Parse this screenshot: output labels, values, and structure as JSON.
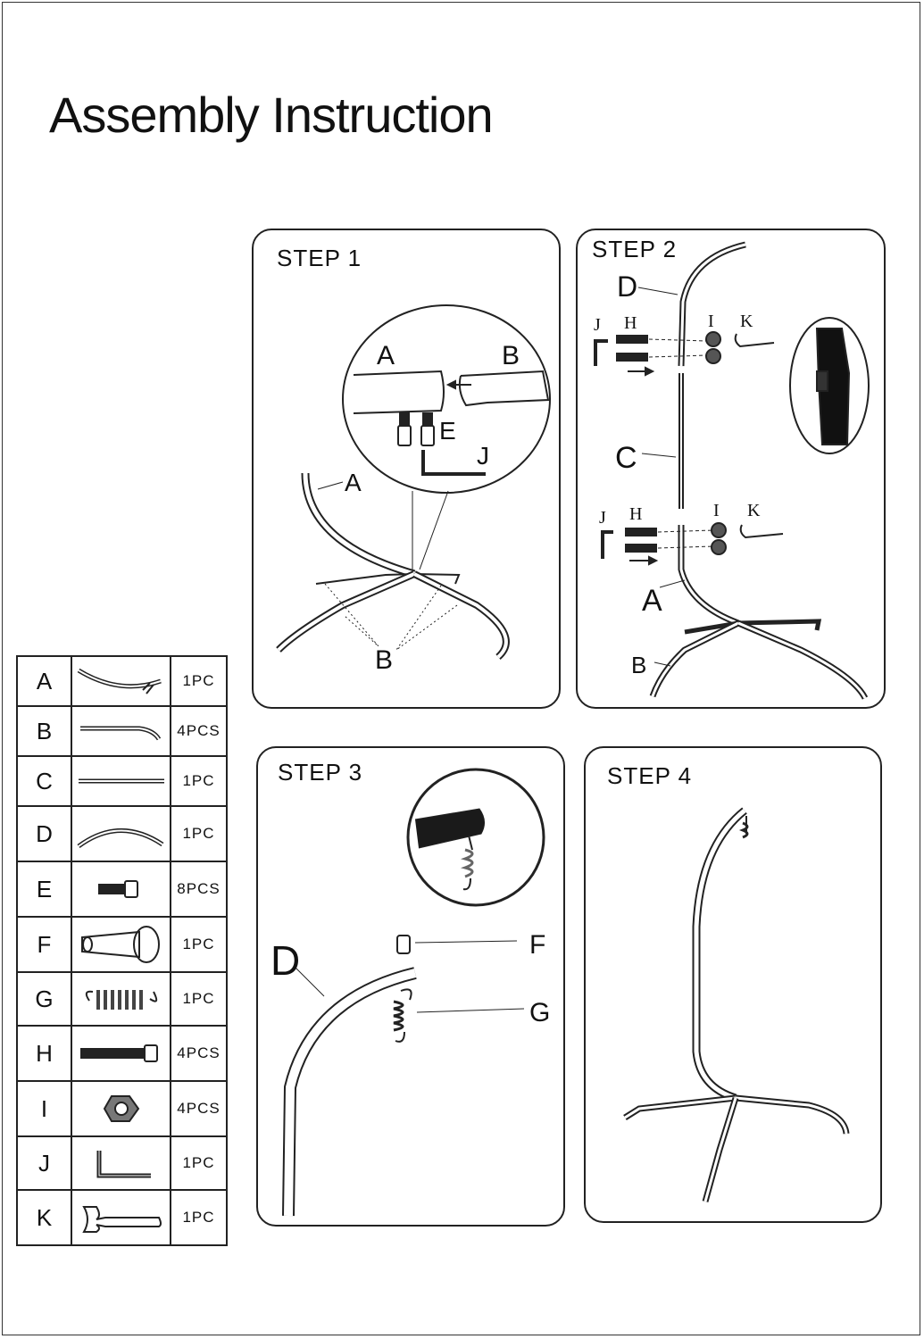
{
  "title": "Assembly Instruction",
  "steps": [
    {
      "label": "STEP 1",
      "callouts": [
        "A",
        "B",
        "E",
        "J",
        "A",
        "B"
      ]
    },
    {
      "label": "STEP 2",
      "callouts": [
        "D",
        "C",
        "A",
        "B",
        "J",
        "H",
        "I",
        "K",
        "J",
        "H",
        "I",
        "K"
      ]
    },
    {
      "label": "STEP 3",
      "callouts": [
        "D",
        "F",
        "G"
      ]
    },
    {
      "label": "STEP 4"
    }
  ],
  "parts": [
    {
      "letter": "A",
      "qty": "1PC",
      "icon": "curved-pole-a-icon"
    },
    {
      "letter": "B",
      "qty": "4PCS",
      "icon": "base-leg-b-icon"
    },
    {
      "letter": "C",
      "qty": "1PC",
      "icon": "straight-pole-c-icon"
    },
    {
      "letter": "D",
      "qty": "1PC",
      "icon": "curved-top-pole-d-icon"
    },
    {
      "letter": "E",
      "qty": "8PCS",
      "icon": "short-bolt-e-icon"
    },
    {
      "letter": "F",
      "qty": "1PC",
      "icon": "end-cap-f-icon"
    },
    {
      "letter": "G",
      "qty": "1PC",
      "icon": "spring-g-icon"
    },
    {
      "letter": "H",
      "qty": "4PCS",
      "icon": "long-bolt-h-icon"
    },
    {
      "letter": "I",
      "qty": "4PCS",
      "icon": "nut-i-icon"
    },
    {
      "letter": "J",
      "qty": "1PC",
      "icon": "allen-key-j-icon"
    },
    {
      "letter": "K",
      "qty": "1PC",
      "icon": "wrench-k-icon"
    }
  ]
}
